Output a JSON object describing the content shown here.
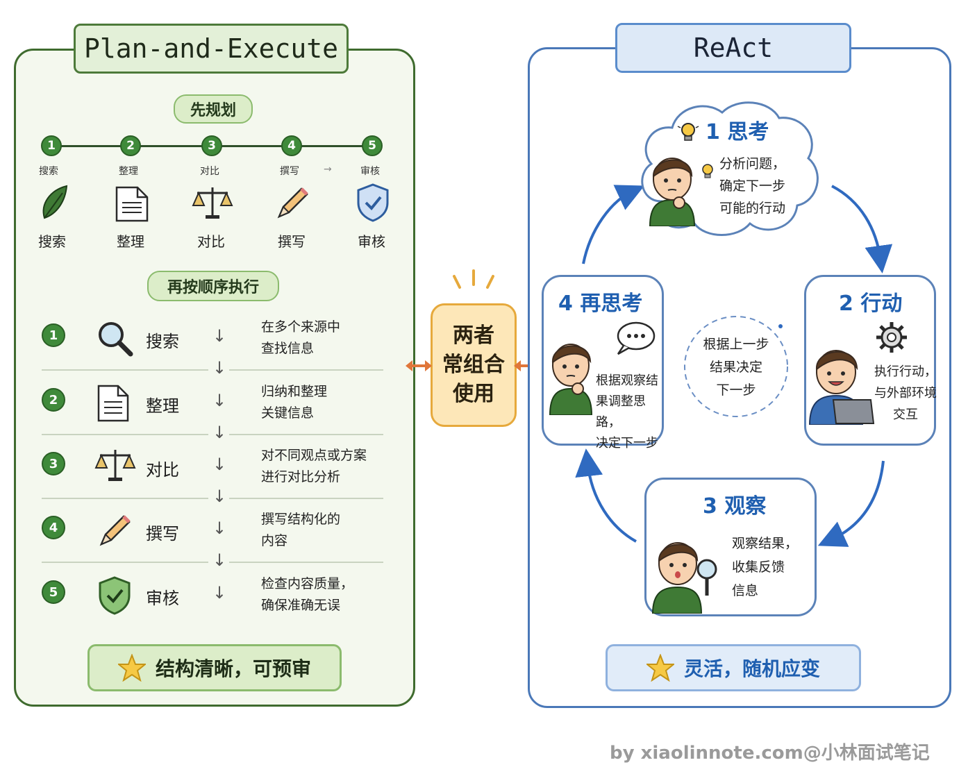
{
  "left": {
    "title": "Plan-and-Execute",
    "plan_label": "先规划",
    "execute_label": "再按顺序执行",
    "footer": "结构清晰，可预审",
    "timeline_steps": [
      {
        "num": "1",
        "label": "搜索"
      },
      {
        "num": "2",
        "label": "整理"
      },
      {
        "num": "3",
        "label": "对比"
      },
      {
        "num": "4",
        "label": "撰写"
      },
      {
        "num": "5",
        "label": "审核"
      }
    ],
    "rows": [
      {
        "num": "1",
        "name": "搜索",
        "desc_line1": "在多个来源中",
        "desc_line2": "查找信息"
      },
      {
        "num": "2",
        "name": "整理",
        "desc_line1": "归纳和整理",
        "desc_line2": "关键信息"
      },
      {
        "num": "3",
        "name": "对比",
        "desc_line1": "对不同观点或方案",
        "desc_line2": "进行对比分析"
      },
      {
        "num": "4",
        "name": "撰写",
        "desc_line1": "撰写结构化的",
        "desc_line2": "内容"
      },
      {
        "num": "5",
        "name": "审核",
        "desc_line1": "检查内容质量，",
        "desc_line2": "确保准确无误"
      }
    ]
  },
  "middle": {
    "line1": "两者",
    "line2": "常组合",
    "line3": "使用"
  },
  "right": {
    "title": "ReAct",
    "footer": "灵活，随机应变",
    "center_text_line1": "根据上一步",
    "center_text_line2": "结果决定",
    "center_text_line3": "下一步",
    "nodes": [
      {
        "title": "1  思考",
        "desc_line1": "分析问题，",
        "desc_line2": "确定下一步",
        "desc_line3": "可能的行动"
      },
      {
        "title": "2  行动",
        "desc_line1": "执行行动，",
        "desc_line2": "与外部环境",
        "desc_line3": "交互"
      },
      {
        "title": "3  观察",
        "desc_line1": "观察结果，",
        "desc_line2": "收集反馈",
        "desc_line3": "信息"
      },
      {
        "title": "4  再思考",
        "desc_line1": "根据观察结",
        "desc_line2": "果调整思路，",
        "desc_line3": "决定下一步"
      }
    ]
  },
  "watermark": "by xiaolinnote.com@小林面试笔记",
  "colors": {
    "left_accent": "#3f6b2e",
    "right_accent": "#4a78b8",
    "middle_accent": "#e6a93c",
    "arrow_orange": "#e0763a"
  }
}
